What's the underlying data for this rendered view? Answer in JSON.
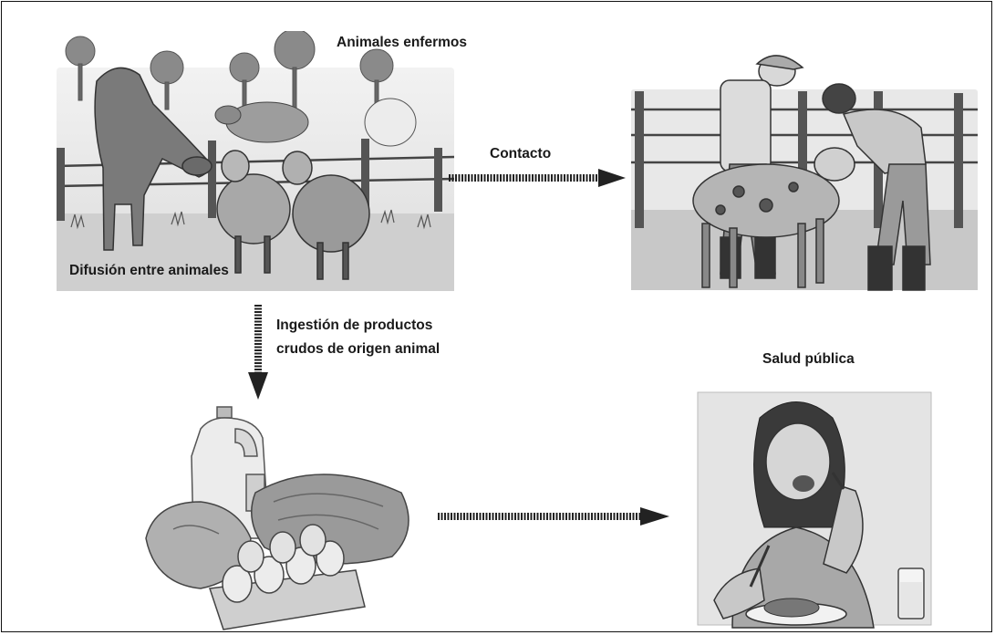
{
  "labels": {
    "sick_animals": "Animales enfermos",
    "spread_between_animals": "Difusión entre animales",
    "contact": "Contacto",
    "ingestion_line1": "Ingestión de productos",
    "ingestion_line2": "crudos de origen animal",
    "public_health": "Salud pública"
  },
  "colors": {
    "border": "#111111",
    "text": "#1a1a1a",
    "arrow": "#222222"
  }
}
